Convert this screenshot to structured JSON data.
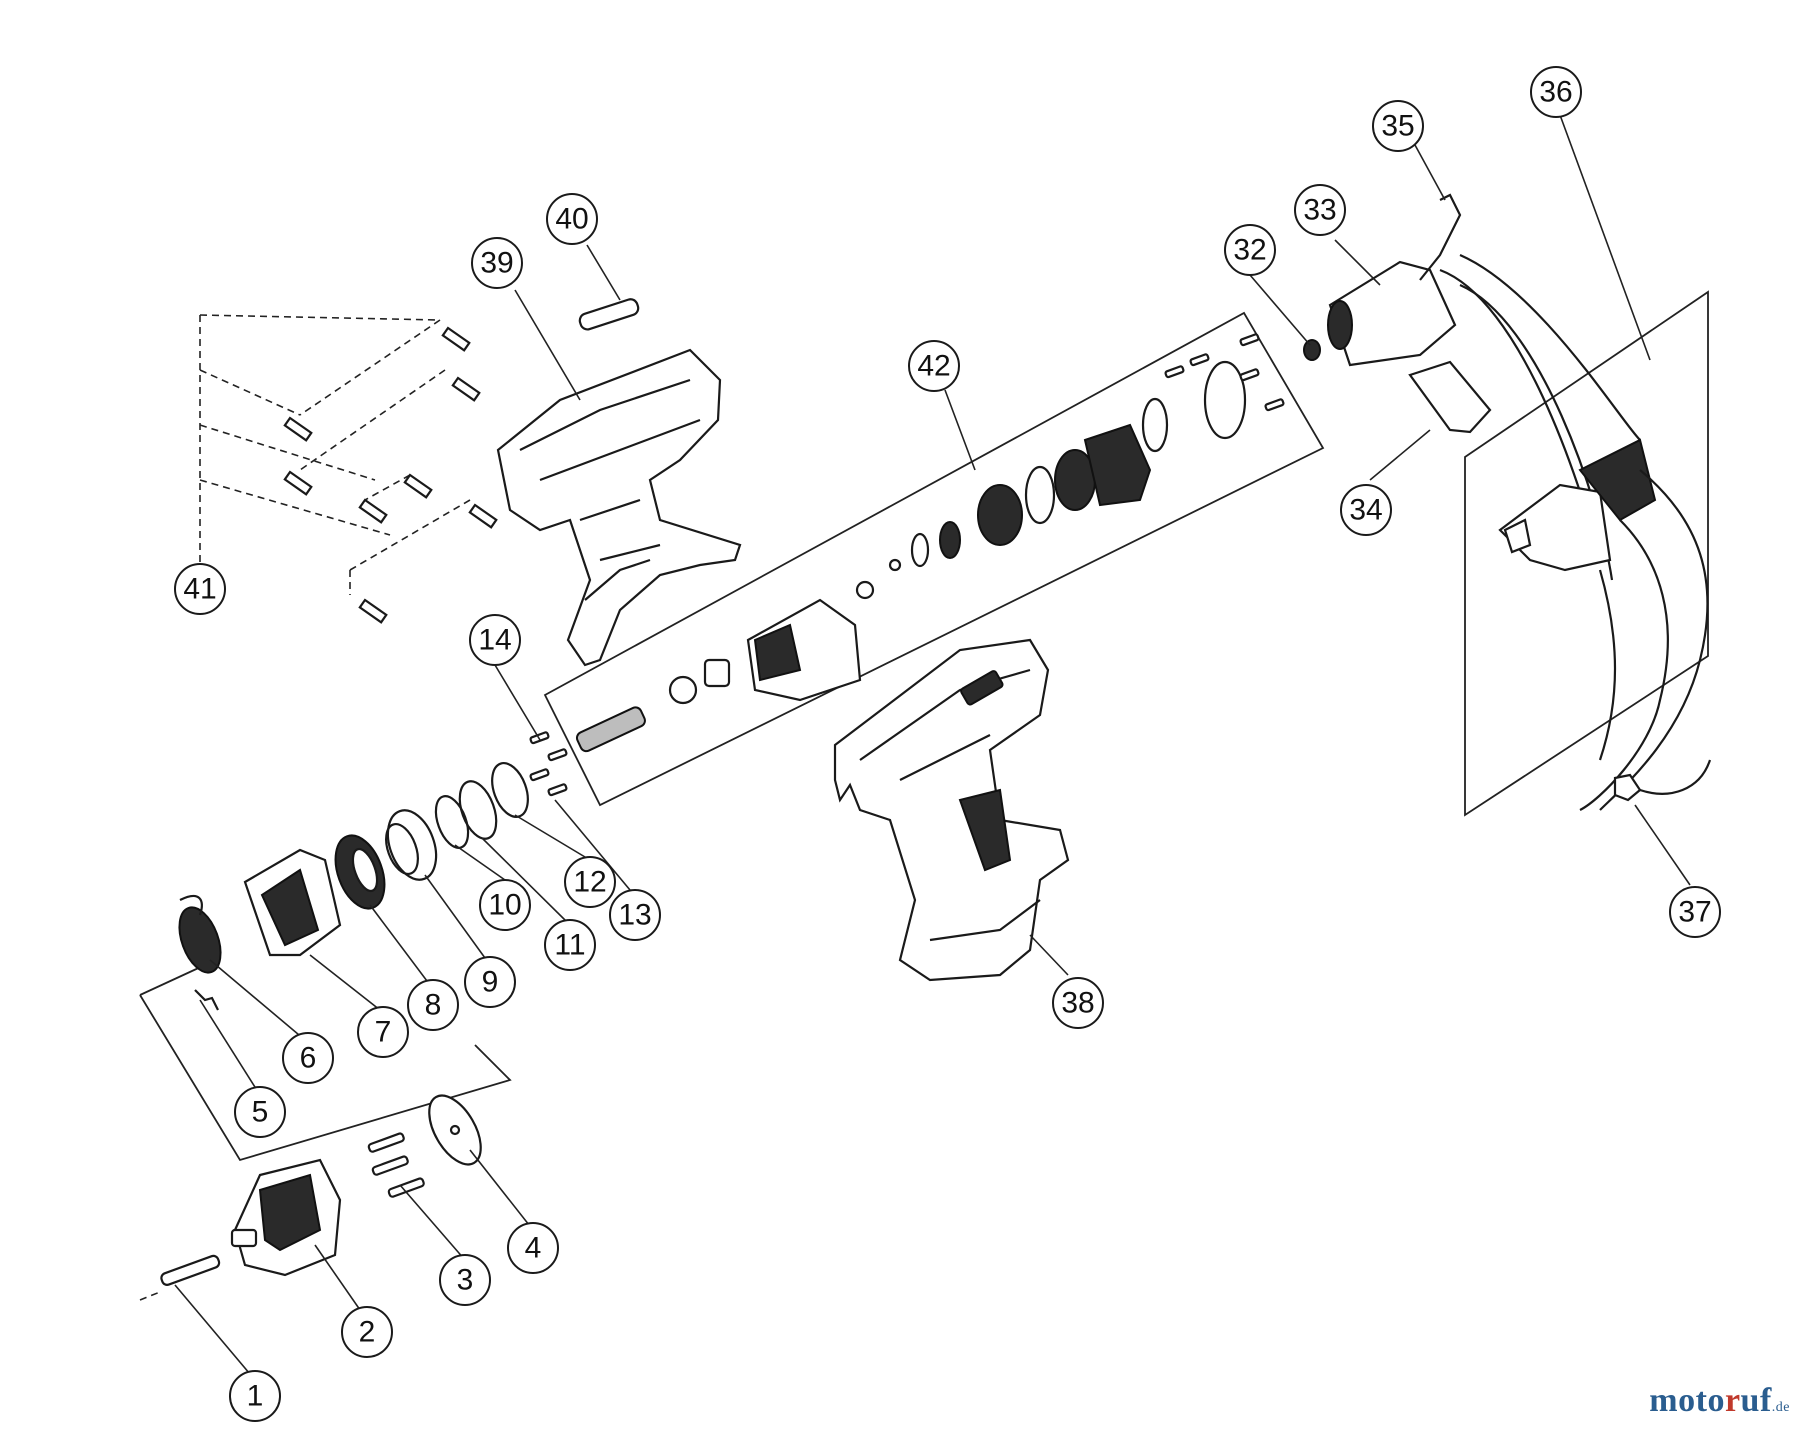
{
  "diagram": {
    "callouts": [
      "1",
      "2",
      "3",
      "4",
      "5",
      "6",
      "7",
      "8",
      "9",
      "10",
      "11",
      "12",
      "13",
      "14",
      "32",
      "33",
      "34",
      "35",
      "36",
      "37",
      "38",
      "39",
      "40",
      "41",
      "42"
    ]
  },
  "watermark": {
    "part_a": "moto",
    "part_b": "r",
    "part_c": "uf",
    "tld": ".de"
  },
  "colors": {
    "line": "#1a1a1a",
    "watermark_blue": "#2a5d8f",
    "watermark_red": "#c0392b"
  }
}
